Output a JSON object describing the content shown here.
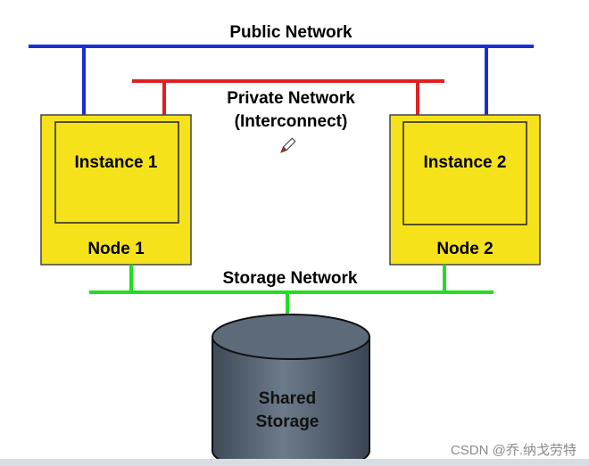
{
  "networks": {
    "public": {
      "label": "Public Network",
      "color": "#1a2fd6"
    },
    "private": {
      "label_line1": "Private Network",
      "label_line2": "(Interconnect)",
      "color": "#e02020"
    },
    "storage": {
      "label": "Storage Network",
      "color": "#22dd22"
    }
  },
  "nodes": [
    {
      "instance_label": "Instance 1",
      "node_label": "Node 1"
    },
    {
      "instance_label": "Instance 2",
      "node_label": "Node 2"
    }
  ],
  "node_fill": "#f5e21b",
  "storage": {
    "label_line1": "Shared",
    "label_line2": "Storage",
    "fill": "#5d6a7a"
  },
  "watermark": "CSDN @乔.纳戈劳特",
  "icons": {
    "cursor": "pen-cursor-icon"
  }
}
